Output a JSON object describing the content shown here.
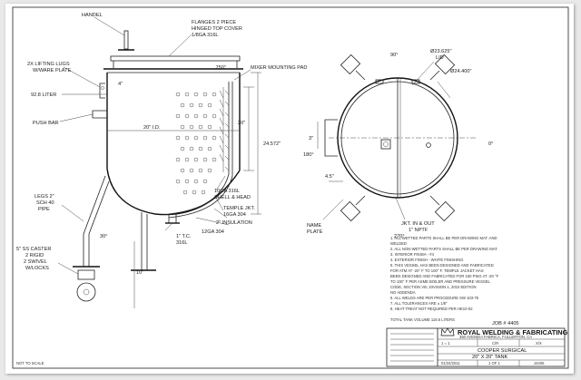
{
  "labels": {
    "handle": "HANDEL",
    "flanges": "FLANGES 2 PIECE",
    "hinged_cover": "HINGED TOP COVER",
    "cover_material": "1/8GA 316L",
    "lifting_lugs": "2X LIFTING LUGS",
    "lugs_plate": "W/WARE PLATE",
    "volume_mark": "92.8 LITER",
    "push_bar": "PUSH BAR",
    "id_dim": "20\" I.D.",
    "mixer_pad": "MIXER MOUNTING PAD",
    "dim_750": ".750\"",
    "dim_4": "4\"",
    "dim_20": "20\"",
    "dim_overall": "24.572\"",
    "shell_head_1": "10GA 316L",
    "shell_head_2": "SHELL & HEAD",
    "temple_jkt_1": "TEMPLE JKT.",
    "temple_jkt_2": "16GA 304",
    "insulation": "2\" INSULATION",
    "outer_ga": "12GA 304",
    "tc_1": "1\" T.C.",
    "tc_2": "316L",
    "legs_1": "LEGS 2\"",
    "legs_2": "SCH 40",
    "legs_3": "PIPE",
    "angle_30": "30°",
    "caster_1": "5\" SS CASTER",
    "caster_2": "2 RIGID",
    "caster_3": "2 SWIVEL",
    "caster_4": "W/LOCKS",
    "dim_10": "10\"",
    "lid_1": "Ø23.625\"",
    "lid_2": "LID",
    "dia_2440": "Ø24.400\"",
    "angle_90": "90°",
    "angle_0": "0°",
    "angle_180": "180°",
    "angle_270": "270°",
    "dim_3": "3\"",
    "dim_45": "4.5\"",
    "name_plate_1": "NAME",
    "name_plate_2": "PLATE",
    "jkt_1": "JKT. IN & OUT",
    "jkt_2": "1\" NPTF",
    "not_to_scale": "NOT TO SCALE",
    "job": "JOB # 4405"
  },
  "notes": [
    "1. ALL WETTED PARTS SHALL BE PER DRAWING MAT. AND",
    "   WELDED",
    "2. ALL NON-WETTED PARTS SHALL BE PER DRAWING MAT.",
    "3. INTERIOR FINISH - #4",
    "4. EXTERIOR FINISH - WHITE FINISHING",
    "5. THIS VESSEL HAS BEEN DESIGNED AND FABRICATED",
    "   FOR ATM AT -20° F TO 100° F. TEMPLE JACKET HAS",
    "   BEEN DESIGNED AND FABRICATED FOR 150 PSIG AT -20 °F",
    "   TO 100° F PER ASME BOILER AND PRESSURE VESSEL",
    "   CODE, SECTION VIII, DIVISION 1, 2010 EDITION",
    "   NO ADDENDA",
    "6. ALL WELDS ARE PER PROCEDURE SW 103-75",
    "7. ALL TOLERANCES ARE ± 1/8\"",
    "8. HEAT TREAT NOT REQUIRED PER HE10-02",
    "",
    "TOTAL TANK VOLUME 118.5 LITERS"
  ],
  "title_block": {
    "company": "ROYAL WELDING & FABRICATING",
    "company_sub": "350 AVENIDA FABRICA, FULLERTON, CA",
    "client": "COOPER SURGICAL",
    "title": "20\" X 20\" TANK",
    "cell_scale": "1 = 1",
    "cell_drawn": "C/R",
    "cell_rev": "X/X",
    "cell_date": "01/24/2011",
    "cell_sheet": "1 OF 1",
    "cell_dwg": "J4405"
  }
}
